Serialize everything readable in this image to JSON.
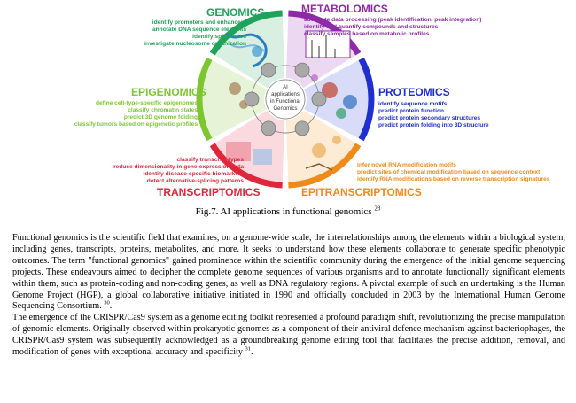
{
  "figure": {
    "center_label": [
      "AI",
      "applications",
      "in Functional",
      "Genomics"
    ],
    "segments": [
      {
        "title": "GENOMICS",
        "color": "#1ea35a",
        "items": [
          "identify promoters and enhancers",
          "annotate DNA sequence elements",
          "identify splice sites",
          "investigate nucleosome organization"
        ]
      },
      {
        "title": "METABOLOMICS",
        "color": "#8e2aa8",
        "items": [
          "automate data processing (peak identification, peak integration)",
          "identify and quantify compounds and structures",
          "classify samples based on metabolic profiles"
        ]
      },
      {
        "title": "PROTEOMICS",
        "color": "#1f2fd0",
        "items": [
          "identify sequence motifs",
          "predict protein function",
          "predict protein secondary structures",
          "predict protein folding into 3D structure"
        ]
      },
      {
        "title": "EPITRANSCRIPTOMICS",
        "color": "#f08a1a",
        "items": [
          "infer novel RNA modification motifs",
          "predict sites of chemical modification based on sequence context",
          "identify RNA modifications based on reverse transcription signatures"
        ]
      },
      {
        "title": "TRANSCRIPTOMICS",
        "color": "#e0263a",
        "items": [
          "classify transcript types",
          "reduce dimensionality in gene-expression data",
          "identify disease-specific biomarkers",
          "detect alternative-splicing patterns"
        ]
      },
      {
        "title": "EPIGENOMICS",
        "color": "#7cc631",
        "items": [
          "define cell-type-specific epigenomes",
          "classify chromatin states",
          "predict 3D genome folding",
          "classify tumors based on epigenetic profiles"
        ]
      }
    ]
  },
  "caption": {
    "text": "Fig.7. AI applications in functional genomics ",
    "ref": "28"
  },
  "paragraphs": [
    {
      "text": "Functional genomics is the scientific field that examines, on a genome-wide scale, the interrelationships among the elements within a biological system, including genes, transcripts, proteins, metabolites, and more. It seeks to understand how these elements collaborate to generate specific phenotypic outcomes. The term \"functional genomics\" gained prominence within the scientific community during the emergence of the initial genome sequencing projects. These endeavours aimed to decipher the complete genome sequences of various organisms and to annotate functionally significant elements within them, such as protein-coding and non-coding genes, as well as DNA regulatory regions. A pivotal example of such an undertaking is the Human Genome Project (HGP), a global collaborative initiative initiated in 1990 and officially concluded in 2003 by the International Human Genome Sequencing Consortium. ",
      "ref": "30",
      "tail": "."
    },
    {
      "text": "The emergence of the CRISPR/Cas9 system as a genome editing toolkit represented a profound paradigm shift, revolutionizing the precise manipulation of genomic elements. Originally observed within prokaryotic genomes as a component of their antiviral defence mechanism against bacteriophages, the CRISPR/Cas9 system was subsequently acknowledged as a groundbreaking genome editing tool that facilitates the precise addition, removal, and modification of genes with exceptional accuracy and specificity ",
      "ref": "31",
      "tail": "."
    }
  ]
}
